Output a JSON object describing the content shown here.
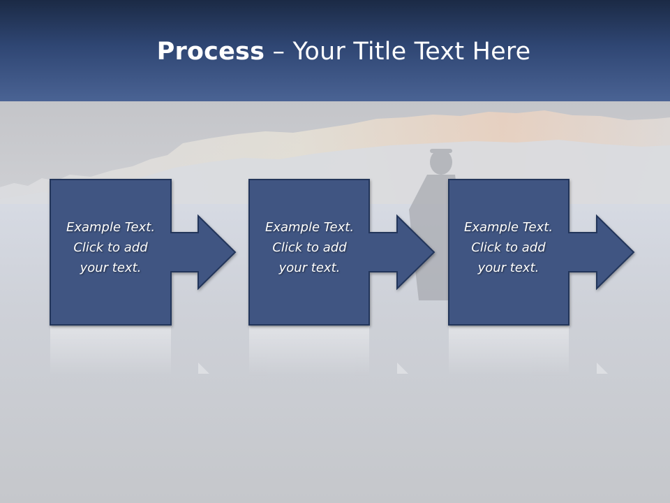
{
  "title": {
    "bold": "Process",
    "rest": " – Your Title Text Here"
  },
  "steps": [
    {
      "line1": "Example Text.",
      "line2": "Click  to add",
      "line3": "your text."
    },
    {
      "line1": "Example Text.",
      "line2": "Click  to add",
      "line3": "your text."
    },
    {
      "line1": "Example Text.",
      "line2": "Click  to add",
      "line3": "your text."
    }
  ],
  "colors": {
    "header_dark": "#1b2a45",
    "header_light": "#4a6394",
    "box_fill": "#3f5582",
    "box_border": "#22345a",
    "background": "#c7c9cd"
  }
}
